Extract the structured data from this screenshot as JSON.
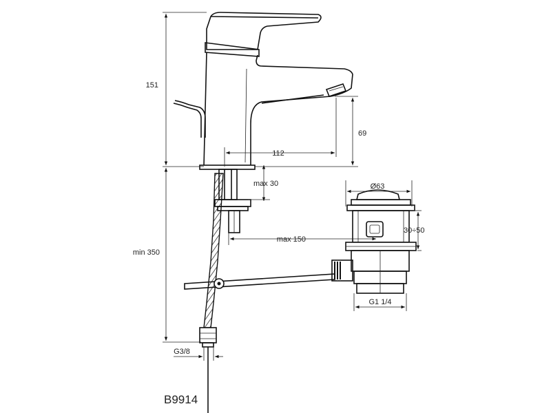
{
  "dimensions": {
    "height_total": "151",
    "spout_height": "69",
    "spout_reach": "112",
    "max_thickness": "max 30",
    "min_hose": "min 350",
    "max_rod": "max 150",
    "waste_diameter": "Ø63",
    "waste_range": "30÷50",
    "waste_thread": "G1 1/4",
    "hose_thread": "G3/8"
  },
  "product_code": "B9914"
}
